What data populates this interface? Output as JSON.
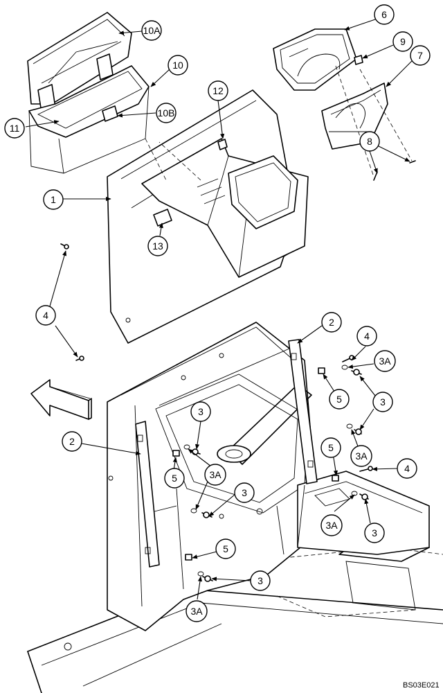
{
  "drawing_ref": "BS03E021",
  "callouts": [
    {
      "id": "c-10a",
      "label": "10A",
      "leader": "arrow"
    },
    {
      "id": "c-10",
      "label": "10",
      "leader": "arrow"
    },
    {
      "id": "c-10b",
      "label": "10B",
      "leader": "arrow"
    },
    {
      "id": "c-11",
      "label": "11",
      "leader": "arrow"
    },
    {
      "id": "c-12",
      "label": "12",
      "leader": "arrow"
    },
    {
      "id": "c-6",
      "label": "6",
      "leader": "arrow"
    },
    {
      "id": "c-9",
      "label": "9",
      "leader": "arrow"
    },
    {
      "id": "c-7",
      "label": "7",
      "leader": "arrow"
    },
    {
      "id": "c-8",
      "label": "8",
      "leader": "arrow"
    },
    {
      "id": "c-1",
      "label": "1",
      "leader": "arrow"
    },
    {
      "id": "c-13",
      "label": "13",
      "leader": "arrow"
    },
    {
      "id": "c-4a",
      "label": "4",
      "leader": "arrow"
    },
    {
      "id": "c-2a",
      "label": "2",
      "leader": "arrow"
    },
    {
      "id": "c-4b",
      "label": "4",
      "leader": "arrow"
    },
    {
      "id": "c-3a1",
      "label": "3A",
      "leader": "arrow"
    },
    {
      "id": "c-5a",
      "label": "5",
      "leader": "arrow"
    },
    {
      "id": "c-3a",
      "label": "3",
      "leader": "arrow"
    },
    {
      "id": "c-3a2",
      "label": "3A",
      "leader": "arrow"
    },
    {
      "id": "c-5b",
      "label": "5",
      "leader": "arrow"
    },
    {
      "id": "c-4c",
      "label": "4",
      "leader": "arrow"
    },
    {
      "id": "c-2b",
      "label": "2",
      "leader": "arrow"
    },
    {
      "id": "c-3b",
      "label": "3",
      "leader": "arrow"
    },
    {
      "id": "c-5c",
      "label": "5",
      "leader": "arrow"
    },
    {
      "id": "c-3a3",
      "label": "3A",
      "leader": "arrow"
    },
    {
      "id": "c-3c",
      "label": "3",
      "leader": "arrow"
    },
    {
      "id": "c-3a4",
      "label": "3A",
      "leader": "arrow"
    },
    {
      "id": "c-3d",
      "label": "3",
      "leader": "arrow"
    },
    {
      "id": "c-5d",
      "label": "5",
      "leader": "arrow"
    },
    {
      "id": "c-3e",
      "label": "3",
      "leader": "arrow"
    },
    {
      "id": "c-3a5",
      "label": "3A",
      "leader": "arrow"
    }
  ]
}
